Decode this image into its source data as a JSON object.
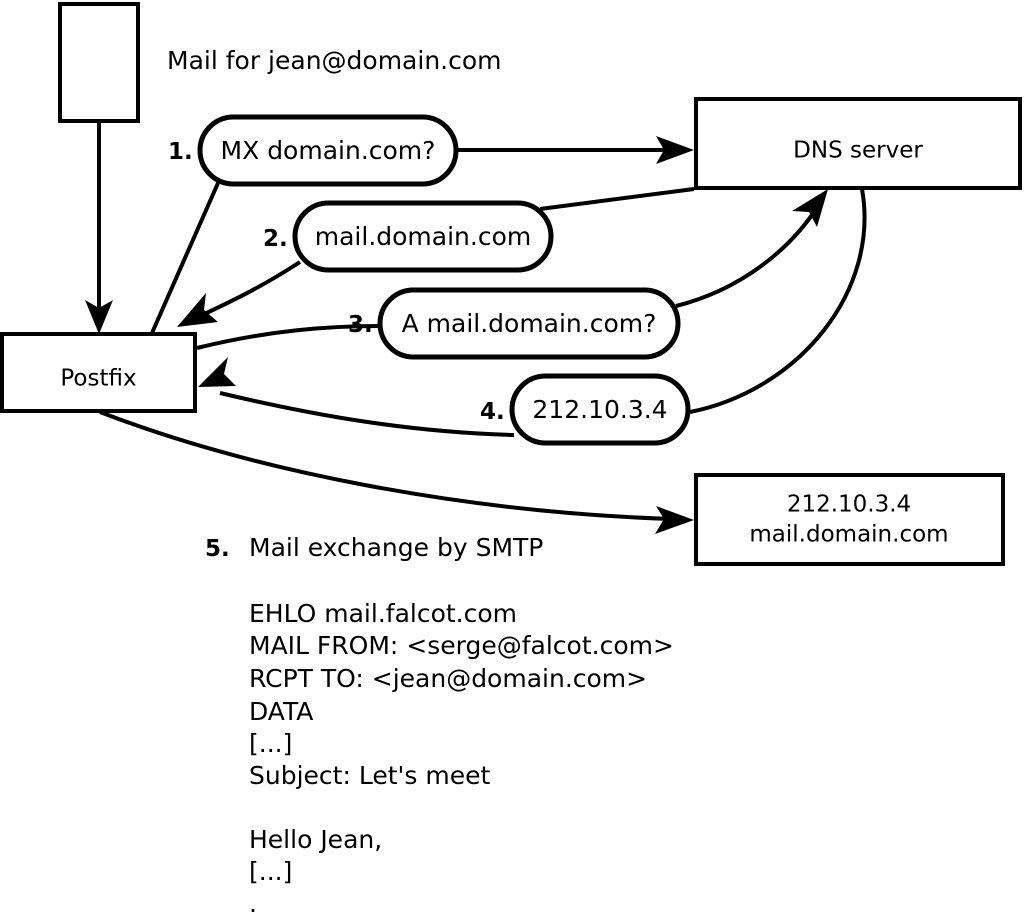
{
  "diagram": {
    "title_caption": "Mail for jean@domain.com",
    "nodes": {
      "sender_box": {
        "label": ""
      },
      "postfix_box": {
        "label": "Postfix"
      },
      "dns_box": {
        "label": "DNS server"
      },
      "target_box": {
        "line1": "212.10.3.4",
        "line2": "mail.domain.com"
      }
    },
    "steps": [
      {
        "num": "1.",
        "label": "MX domain.com?"
      },
      {
        "num": "2.",
        "label": "mail.domain.com"
      },
      {
        "num": "3.",
        "label": "A mail.domain.com?"
      },
      {
        "num": "4.",
        "label": "212.10.3.4"
      }
    ],
    "step5": {
      "num": "5.",
      "label": "Mail exchange by SMTP"
    },
    "transcript": [
      "EHLO mail.falcot.com",
      "MAIL FROM: <serge@falcot.com>",
      "RCPT TO: <jean@domain.com>",
      "DATA",
      "[...]",
      "Subject: Let's meet",
      "",
      "Hello Jean,",
      "[...]",
      "",
      "."
    ],
    "colors": {
      "stroke": "#000000",
      "fill": "#ffffff",
      "text": "#000000"
    }
  }
}
